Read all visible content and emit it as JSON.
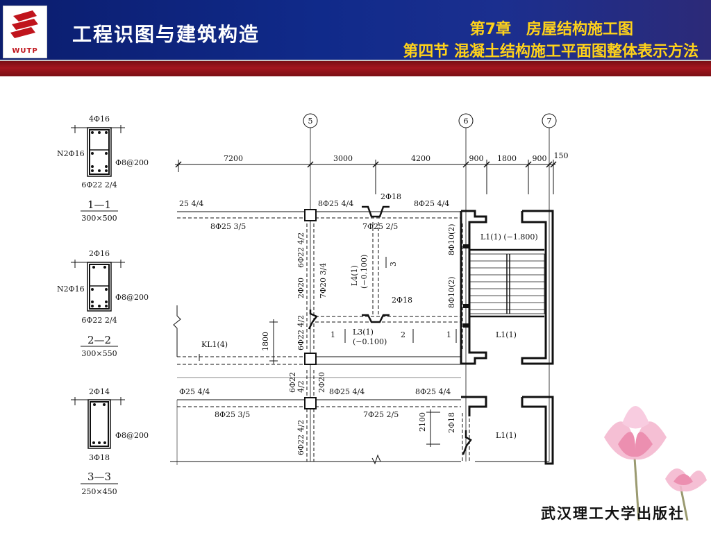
{
  "header": {
    "logo_text": "WUTP",
    "course_title": "工程识图与建筑构造",
    "chapter": "第7章　房屋结构施工图",
    "section": "第四节  混凝土结构施工平面图整体表示方法"
  },
  "sections": [
    {
      "top": "4Φ16",
      "side": "N2Φ16",
      "stirrup": "Φ8@200",
      "bottom": "6Φ22  2/4",
      "name": "1—1",
      "size": "300×500"
    },
    {
      "top": "2Φ16",
      "side": "N2Φ16",
      "stirrup": "Φ8@200",
      "bottom": "6Φ22  2/4",
      "name": "2—2",
      "size": "300×550"
    },
    {
      "top": "2Φ14",
      "side": "",
      "stirrup": "Φ8@200",
      "bottom": "3Φ18",
      "name": "3—3",
      "size": "250×450"
    }
  ],
  "plan": {
    "axes": [
      "5",
      "6",
      "7"
    ],
    "dims": [
      "7200",
      "3000",
      "4200",
      "900",
      "1800",
      "900",
      "150"
    ],
    "labels": {
      "l_25_44_top": "25  4/4",
      "l_8p25_44_a": "8Φ25  4/4",
      "l_2p18_a": "2Φ18",
      "l_8p25_44_b": "8Φ25  4/4",
      "l_8p25_35_a": "8Φ25  3/5",
      "l_7p25_25_a": "7Φ25  2/5",
      "l_l11": "L1(1)  (−1.800)",
      "l_8p10_a": "8Φ10(2)",
      "l_6p22_42_a": "6Φ22  4/2",
      "l_l41": "L4(1)",
      "l_l41_elev": "(−0.100)",
      "l_3": "3",
      "l_7p20": "7Φ20  3/4",
      "l_2p20_a": "2Φ20",
      "l_2p18_b": "2Φ18",
      "l_8p10_b": "8Φ10(2)",
      "l_6p22_42_b": "6Φ22  4/2",
      "l_1800": "1800",
      "l_1_a": "1",
      "l_l31": "L3(1)",
      "l_l31_elev": "(−0.100)",
      "l_2": "2",
      "l_1_b": "1",
      "l_l1_a": "L1(1)",
      "l_kl14": "KL1(4)",
      "l_6p22_c": "6Φ22",
      "l_42_c": "4/2",
      "l_2p20_b": "2Φ20",
      "l_25_44_mid": "Φ25  4/4",
      "l_8p25_44_c": "8Φ25  4/4",
      "l_8p25_44_d": "8Φ25  4/4",
      "l_8p25_35_b": "8Φ25  3/5",
      "l_7p25_25_b": "7Φ25  2/5",
      "l_2100": "2100",
      "l_2p18_c": "2Φ18",
      "l_l1_b": "L1(1)",
      "l_6p22_42_d": "6Φ22  4/2"
    }
  },
  "footer": {
    "publisher": "武汉理工大学出版社"
  },
  "colors": {
    "header_blue": "#102a8a",
    "stripe_red": "#a3161e",
    "title_yellow": "#ffd21a",
    "logo_red": "#c0141c"
  }
}
